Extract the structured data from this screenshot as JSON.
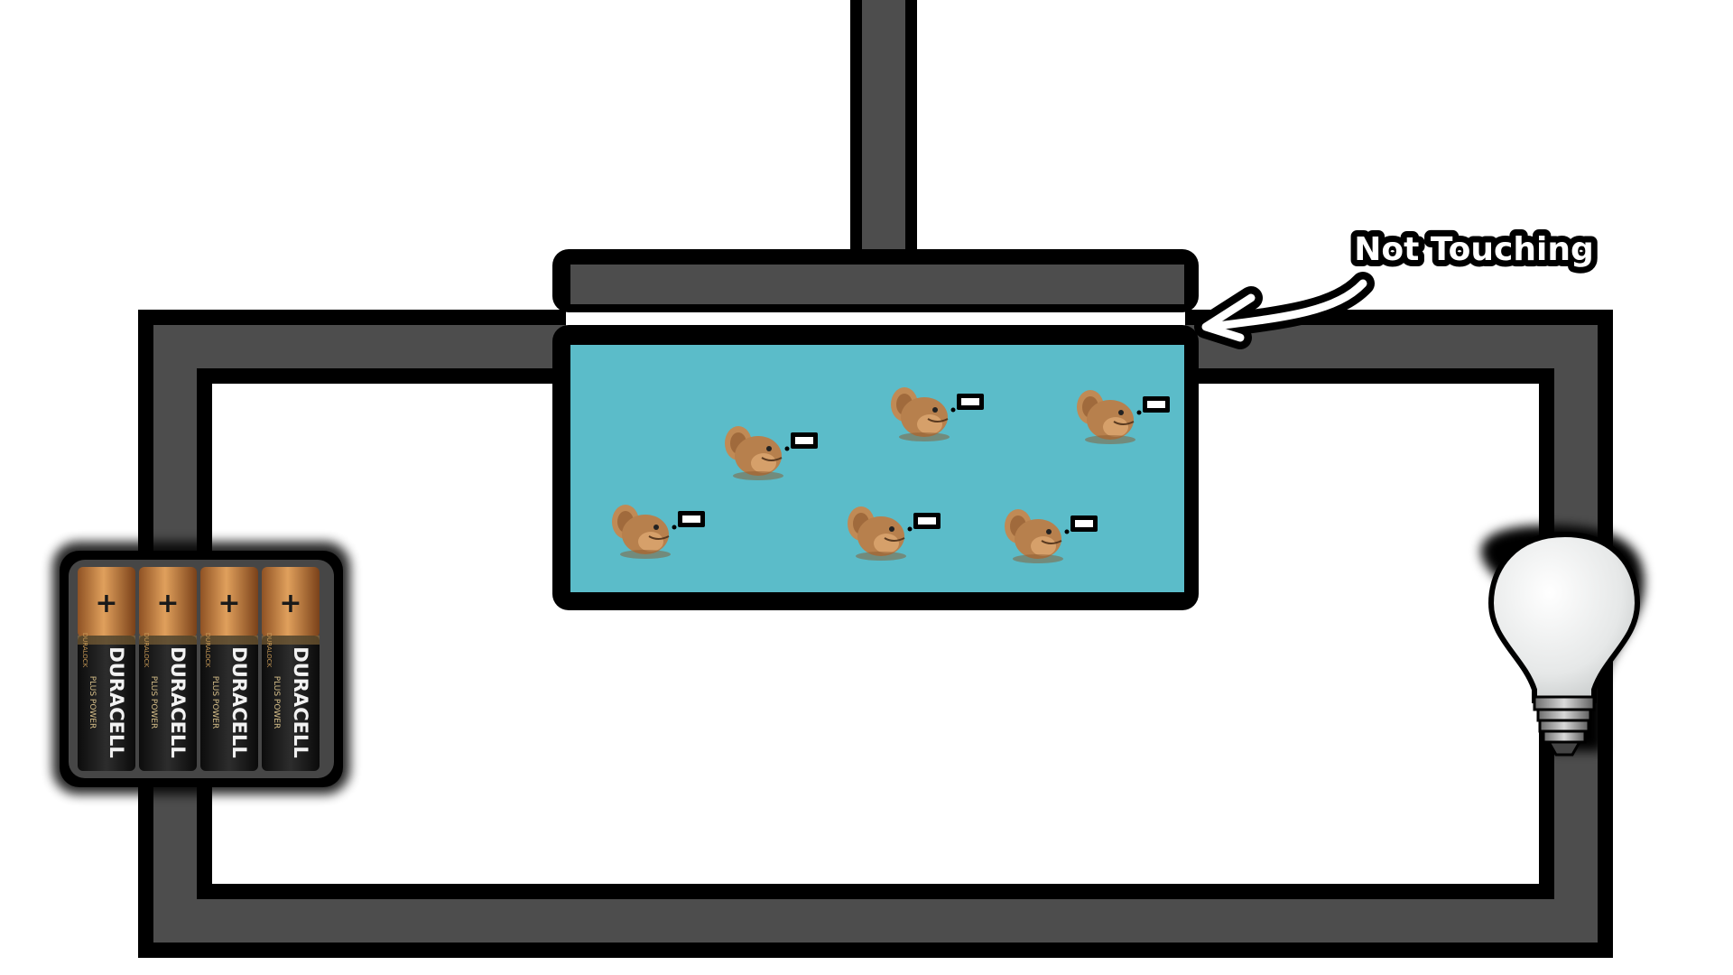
{
  "annotation": {
    "label": "Not Touching"
  },
  "battery_pack": {
    "cells": [
      {
        "terminal": "+",
        "brand": "DURACELL",
        "subtitle": "PLUS POWER",
        "band": "DURALOCK"
      },
      {
        "terminal": "+",
        "brand": "DURACELL",
        "subtitle": "PLUS POWER",
        "band": "DURALOCK"
      },
      {
        "terminal": "+",
        "brand": "DURACELL",
        "subtitle": "PLUS POWER",
        "band": "DURALOCK"
      },
      {
        "terminal": "+",
        "brand": "DURACELL",
        "subtitle": "PLUS POWER",
        "band": "DURALOCK"
      }
    ]
  },
  "tank": {
    "creature_count": 6
  },
  "colors": {
    "wire": "#4d4d4d",
    "outline": "#000000",
    "liquid": "#5bbcc9",
    "battery_copper": "#c47a3c",
    "battery_black": "#1b1b1b",
    "creature": "#b7804d",
    "bulb": "#eef0f0",
    "bulb_base": "#9a9a9a"
  }
}
